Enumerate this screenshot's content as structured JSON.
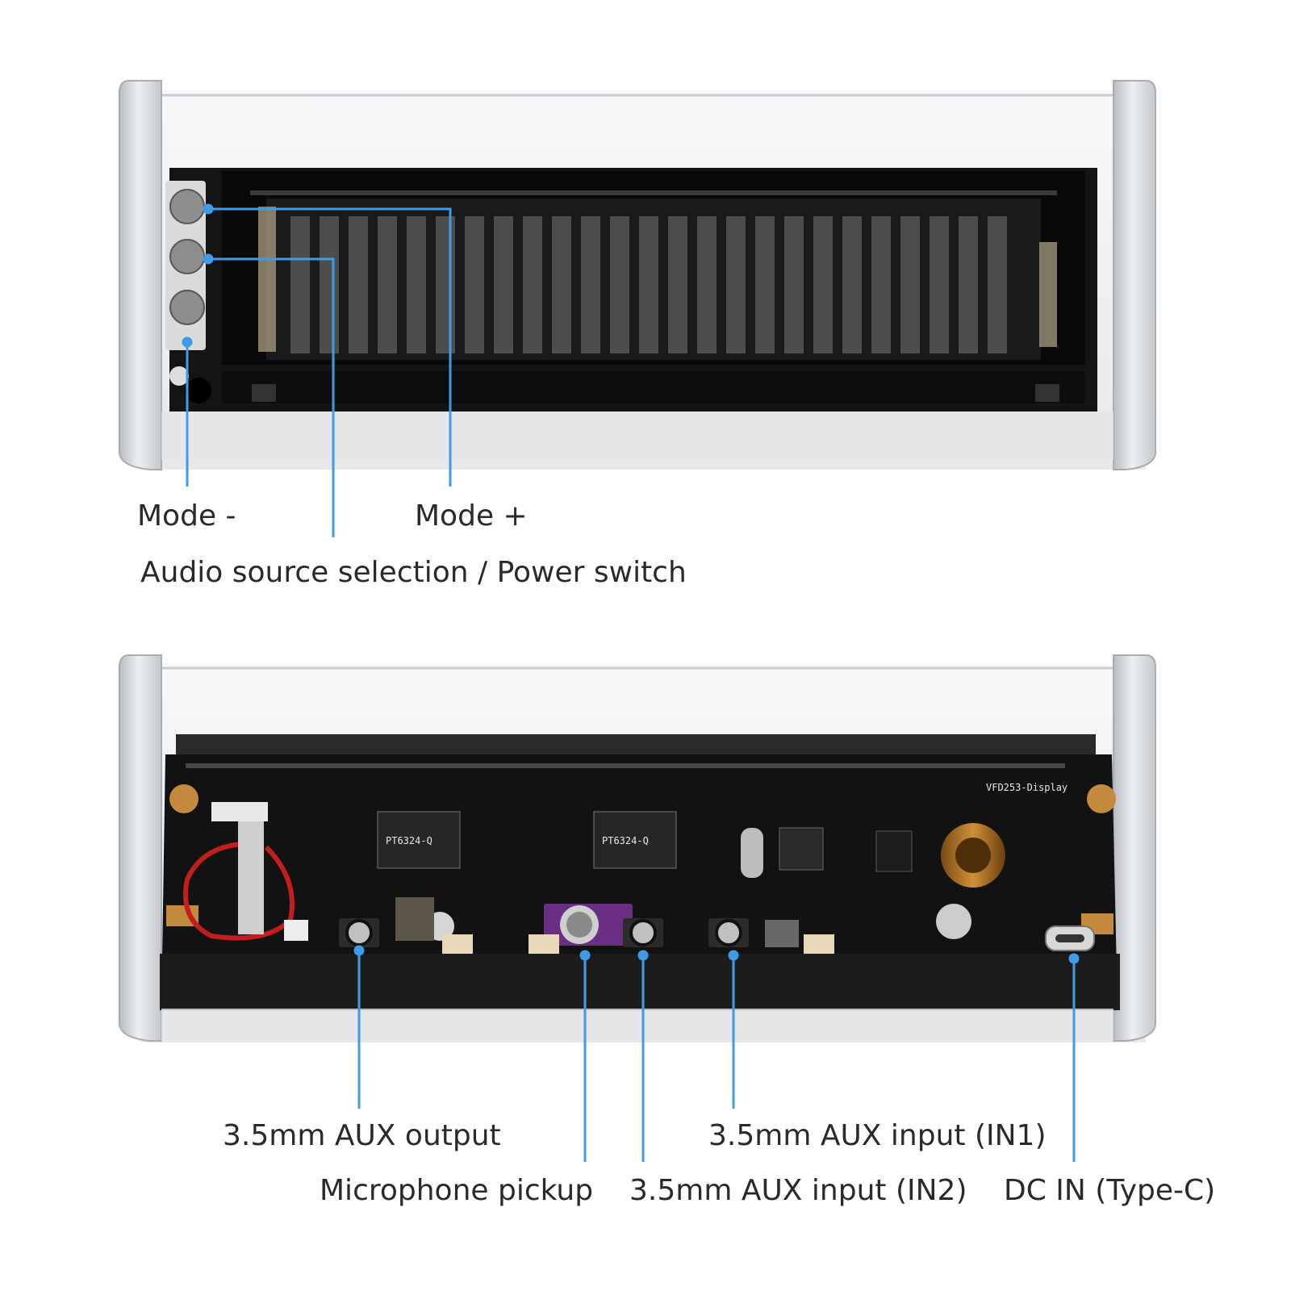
{
  "top_panel": {
    "callouts": {
      "mode_minus": "Mode -",
      "mode_plus": "Mode +",
      "audio_power": "Audio source selection / Power switch"
    }
  },
  "bottom_panel": {
    "pcb_name": "VFD253-Display",
    "chips": {
      "u5_marking": "PT6324-Q",
      "u6_marking": "PT6324-Q"
    },
    "callouts": {
      "aux_output": "3.5mm AUX output",
      "aux_in1": "3.5mm AUX input (IN1)",
      "microphone": "Microphone pickup",
      "aux_in2": "3.5mm AUX input (IN2)",
      "dc_in": "DC IN (Type-C)"
    }
  },
  "colors": {
    "callout_line": "#3f9ae8",
    "pcb": "#121212",
    "frame": "#d3d5d8",
    "text": "#2a2a2a"
  }
}
